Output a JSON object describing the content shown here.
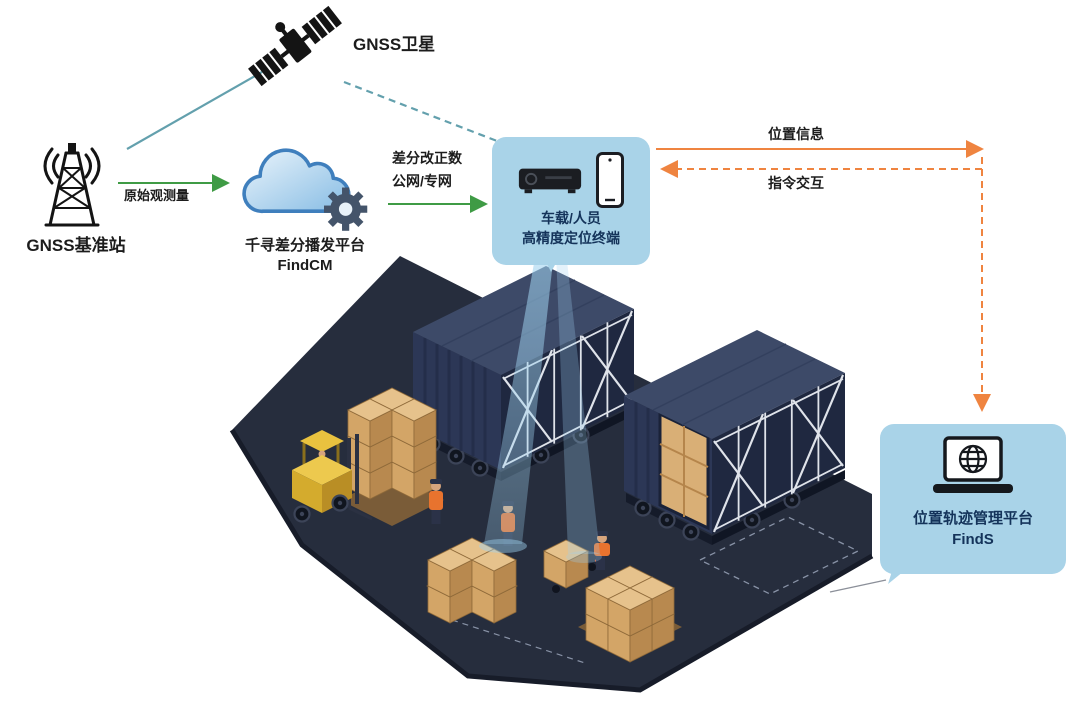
{
  "nodes": {
    "satellite": {
      "label": "GNSS卫星"
    },
    "base_station": {
      "label": "GNSS基准站"
    },
    "cloud": {
      "title": "千寻差分播发平台",
      "subtitle": "FindCM"
    },
    "terminal": {
      "line1": "车载/人员",
      "line2": "高精度定位终端"
    },
    "platform": {
      "line1": "位置轨迹管理平台",
      "line2": "FindS"
    }
  },
  "edges": {
    "raw_observation": {
      "label": "原始观测量"
    },
    "correction": {
      "line1": "差分改正数",
      "line2": "公网/专网"
    },
    "position_info": {
      "label": "位置信息"
    },
    "command": {
      "label": "指令交互"
    }
  },
  "colors": {
    "node_box_bg": "#a9d3e8",
    "node_text": "#14335a",
    "green_arrow": "#3f9b45",
    "orange_arrow": "#ef8440",
    "teal_link": "#63a0ad",
    "cloud_outline": "#3f7fbd",
    "ground": "#262d3d",
    "container_body": "#2c3756",
    "carton": "#d3a567",
    "forklift_yellow": "#e9c23f",
    "beam_blue": "#9fd2ef"
  }
}
